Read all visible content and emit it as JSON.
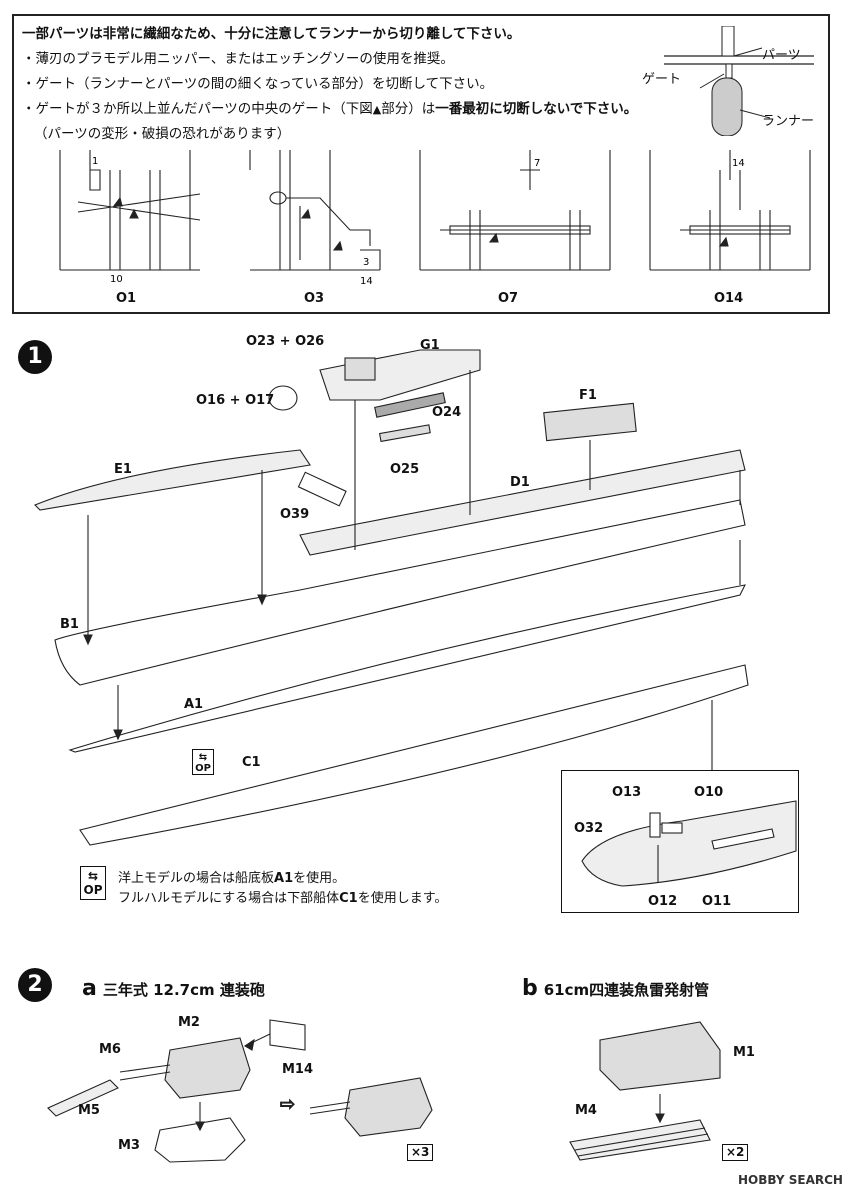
{
  "notice": {
    "line1": "一部パーツは非常に繊細なため、十分に注意してランナーから切り離して下さい。",
    "line2": "・薄刃のプラモデル用ニッパー、またはエッチングソーの使用を推奨。",
    "line3": "・ゲート（ランナーとパーツの間の細くなっている部分）を切断して下さい。",
    "line4_pre": "・ゲートが３か所以上並んだパーツの中央のゲート（下図",
    "line4_mid": "部分）は",
    "line4_bold": "一番最初に切断しないで下さい。",
    "line5": "（パーツの変形・破損の恐れがあります）",
    "diagram_parts": "パーツ",
    "diagram_gate": "ゲート",
    "diagram_runner": "ランナー",
    "examples": [
      "O1",
      "O3",
      "O7",
      "O14"
    ],
    "runner_numbers": [
      "1",
      "10",
      "3",
      "14",
      "7",
      "14"
    ]
  },
  "step1": {
    "number": "1",
    "parts": {
      "o23_o26": "O23 + O26",
      "g1": "G1",
      "o16_o17": "O16 + O17",
      "o24": "O24",
      "f1": "F1",
      "o25": "O25",
      "e1": "E1",
      "d1": "D1",
      "o39": "O39",
      "b1": "B1",
      "a1": "A1",
      "c1": "C1"
    },
    "detail": {
      "o13": "O13",
      "o10": "O10",
      "o32": "O32",
      "o12": "O12",
      "o11": "O11"
    },
    "op_label": "OP",
    "note1_pre": "洋上モデルの場合は船底板",
    "note1_part": "A1",
    "note1_post": "を使用。",
    "note2_pre": "フルハルモデルにする場合は下部船体",
    "note2_part": "C1",
    "note2_post": "を使用します。"
  },
  "step2": {
    "number": "2",
    "a_letter": "a",
    "a_title": "三年式 12.7cm 連装砲",
    "b_letter": "b",
    "b_title": "61cm四連装魚雷発射管",
    "a_parts": {
      "m2": "M2",
      "m6": "M6",
      "m14": "M14",
      "m5": "M5",
      "m3": "M3"
    },
    "b_parts": {
      "m1": "M1",
      "m4": "M4"
    },
    "a_qty": "×3",
    "b_qty": "×2"
  },
  "watermark": "HOBBY SEARCH"
}
